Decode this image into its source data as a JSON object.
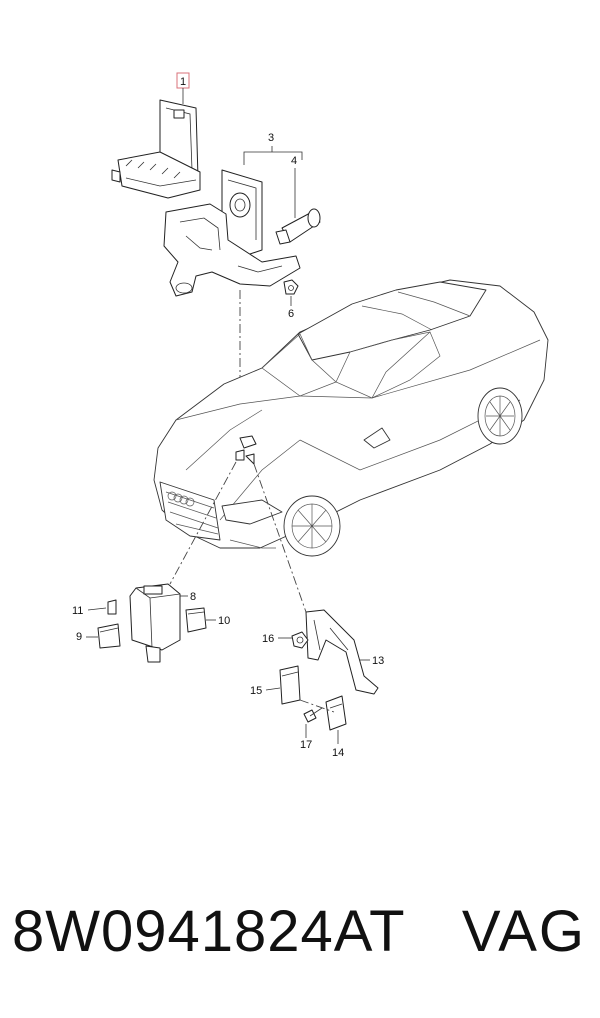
{
  "callouts": {
    "c1": "1",
    "c3": "3",
    "c4": "4",
    "c6": "6",
    "c8": "8",
    "c9": "9",
    "c10": "10",
    "c11": "11",
    "c13": "13",
    "c14": "14",
    "c15": "15",
    "c16": "16",
    "c17": "17"
  },
  "highlighted_callout": "1",
  "footer": {
    "part_number": "8W0941824AT",
    "brand": "VAG"
  },
  "colors": {
    "highlight_box": "#d9707a",
    "line": "#222222"
  }
}
